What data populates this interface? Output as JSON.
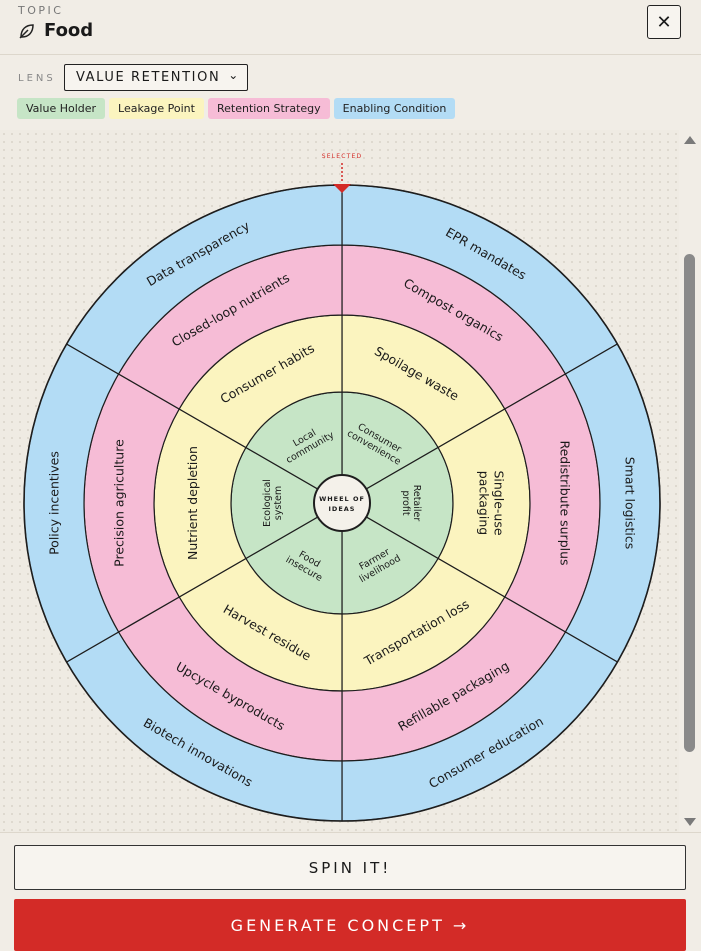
{
  "header": {
    "topic_label": "TOPIC",
    "topic_title": "Food",
    "topic_icon": "leaf-icon",
    "close_icon": "close-icon",
    "close_glyph": "✕"
  },
  "lens": {
    "label": "LENS",
    "selected": "VALUE RETENTION",
    "chevron": "⌄"
  },
  "legend": [
    {
      "label": "Value Holder",
      "color": "#c6e5c6"
    },
    {
      "label": "Leakage Point",
      "color": "#fbf4bf"
    },
    {
      "label": "Retention Strategy",
      "color": "#f6bcd6"
    },
    {
      "label": "Enabling Condition",
      "color": "#b3dcf5"
    }
  ],
  "wheel": {
    "selected_label": "SELECTED",
    "center_label_1": "WHEEL OF",
    "center_label_2": "IDEAS",
    "rings": [
      {
        "name": "Value Holder",
        "color": "#c6e5c6",
        "items": [
          [
            "Consumer",
            "convenience"
          ],
          [
            "Retailer",
            "profit"
          ],
          [
            "Farmer",
            "livelihood"
          ],
          [
            "Food",
            "insecure"
          ],
          [
            "Ecological",
            "system"
          ],
          [
            "Local",
            "community"
          ]
        ]
      },
      {
        "name": "Leakage Point",
        "color": "#fbf4bf",
        "items": [
          [
            "Spoilage waste"
          ],
          [
            "Single-use",
            "packaging"
          ],
          [
            "Transportation loss"
          ],
          [
            "Harvest residue"
          ],
          [
            "Nutrient depletion"
          ],
          [
            "Consumer habits"
          ]
        ]
      },
      {
        "name": "Retention Strategy",
        "color": "#f6bcd6",
        "items": [
          [
            "Compost organics"
          ],
          [
            "Redistribute surplus"
          ],
          [
            "Refillable packaging"
          ],
          [
            "Upcycle byproducts"
          ],
          [
            "Precision agriculture"
          ],
          [
            "Closed-loop nutrients"
          ]
        ]
      },
      {
        "name": "Enabling Condition",
        "color": "#b3dcf5",
        "items": [
          [
            "EPR mandates"
          ],
          [
            "Smart logistics"
          ],
          [
            "Consumer education"
          ],
          [
            "Biotech innovations"
          ],
          [
            "Policy incentives"
          ],
          [
            "Data transparency"
          ]
        ]
      }
    ]
  },
  "actions": {
    "spin_label": "SPIN IT!",
    "generate_label": "GENERATE CONCEPT →"
  }
}
